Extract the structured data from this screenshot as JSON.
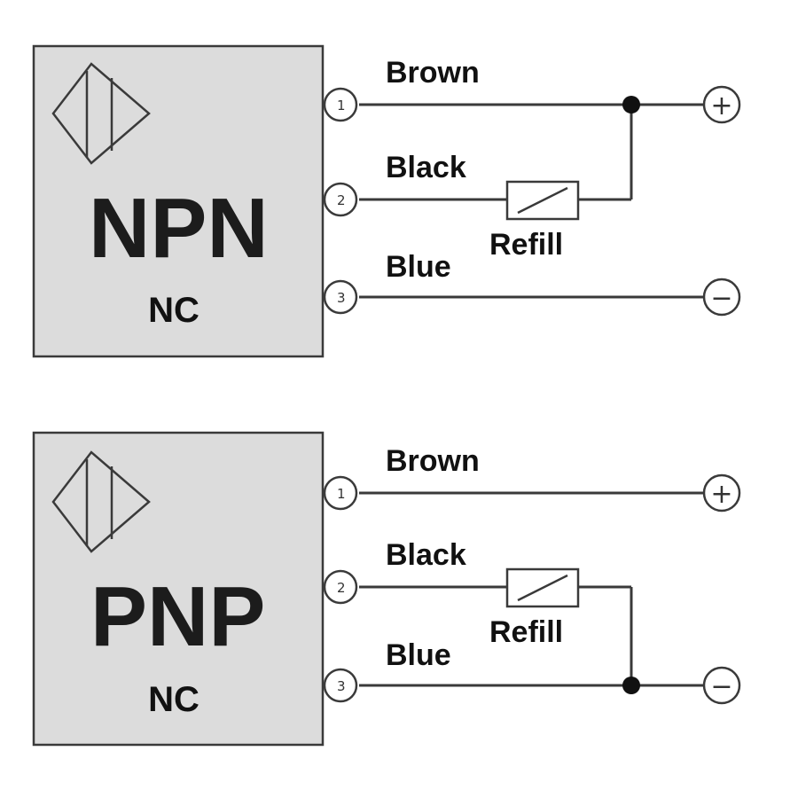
{
  "diagrams": [
    {
      "type": "NPN",
      "mode": "NC",
      "wires": [
        {
          "pin": "1",
          "color": "Brown"
        },
        {
          "pin": "2",
          "color": "Black"
        },
        {
          "pin": "3",
          "color": "Blue"
        }
      ],
      "load_label": "Refill",
      "terminals": {
        "positive": "+",
        "negative": "−"
      }
    },
    {
      "type": "PNP",
      "mode": "NC",
      "wires": [
        {
          "pin": "1",
          "color": "Brown"
        },
        {
          "pin": "2",
          "color": "Black"
        },
        {
          "pin": "3",
          "color": "Blue"
        }
      ],
      "load_label": "Refill",
      "terminals": {
        "positive": "+",
        "negative": "−"
      }
    }
  ]
}
